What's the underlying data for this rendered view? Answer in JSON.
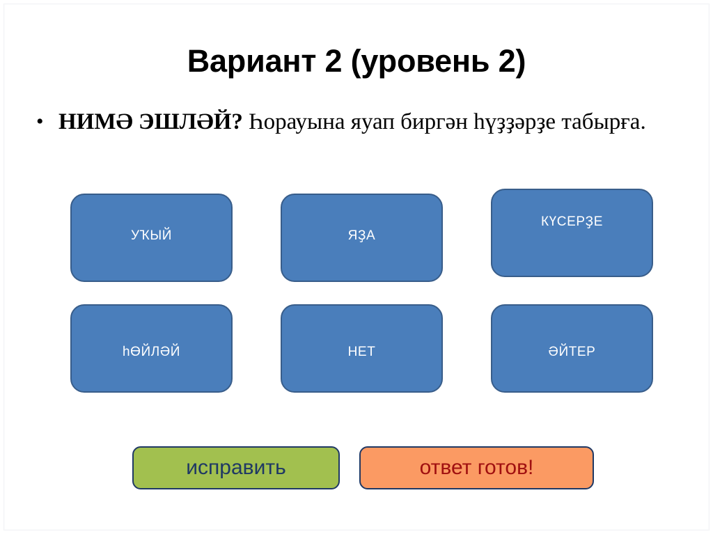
{
  "slide": {
    "title": "Вариант 2 (уровень 2)",
    "background_color": "#FFFFFF",
    "frame_color": "#F2F3F5"
  },
  "bullet": {
    "marker": "•",
    "lead": "НИМӘ ЭШЛӘЙ?",
    "rest": " Һорауына яуап биргән һүҙҙәрҙе табырға.",
    "full_text": "НИМӘ ЭШЛӘЙ? Һорауына яуап биргән һүҙҙәрҙе табырға."
  },
  "answers": {
    "fill_color": "#4A7EBB",
    "border_color": "#385D8A",
    "text_color": "#FFFFFF",
    "options": [
      {
        "label": "УҠЫЙ",
        "row": 1,
        "column": 1
      },
      {
        "label": "ЯҘА",
        "row": 1,
        "column": 2
      },
      {
        "label": "КҮСЕРҘЕ",
        "row": 1,
        "column": 3
      },
      {
        "label": "һӨЙЛӘЙ",
        "row": 2,
        "column": 1
      },
      {
        "label": "НЕТ",
        "row": 2,
        "column": 2
      },
      {
        "label": "ӘЙТЕР",
        "row": 2,
        "column": 3
      }
    ]
  },
  "actions": {
    "fix": {
      "label": "исправить",
      "fill_color": "#A2C04F",
      "text_color": "#1F3864",
      "border_color": "#1F3864"
    },
    "ready": {
      "label": "ответ готов!",
      "fill_color": "#FB9A63",
      "text_color": "#A01010",
      "border_color": "#1F3864"
    }
  }
}
